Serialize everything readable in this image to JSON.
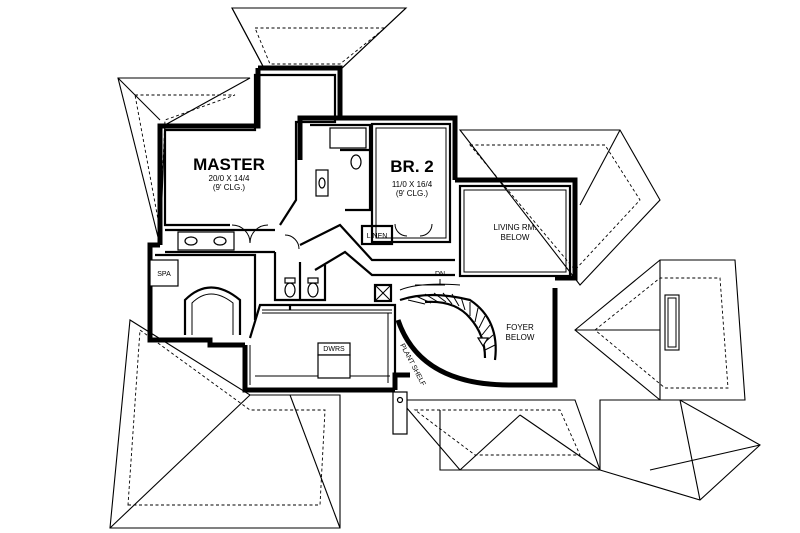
{
  "plan": {
    "rooms": {
      "master": {
        "name": "MASTER",
        "size": "20/0 X 14/4",
        "ceiling": "(9' CLG.)"
      },
      "br2": {
        "name": "BR. 2",
        "size": "11/0 X 16/4",
        "ceiling": "(9' CLG.)"
      },
      "living": {
        "line1": "LIVING RM.",
        "line2": "BELOW"
      },
      "foyer": {
        "line1": "FOYER",
        "line2": "BELOW"
      }
    },
    "labels": {
      "spa": "SPA",
      "linen": "LINEN",
      "dn": "DN",
      "dwrs": "DWRS",
      "plant_shelf": "PLANT SHELF"
    }
  }
}
